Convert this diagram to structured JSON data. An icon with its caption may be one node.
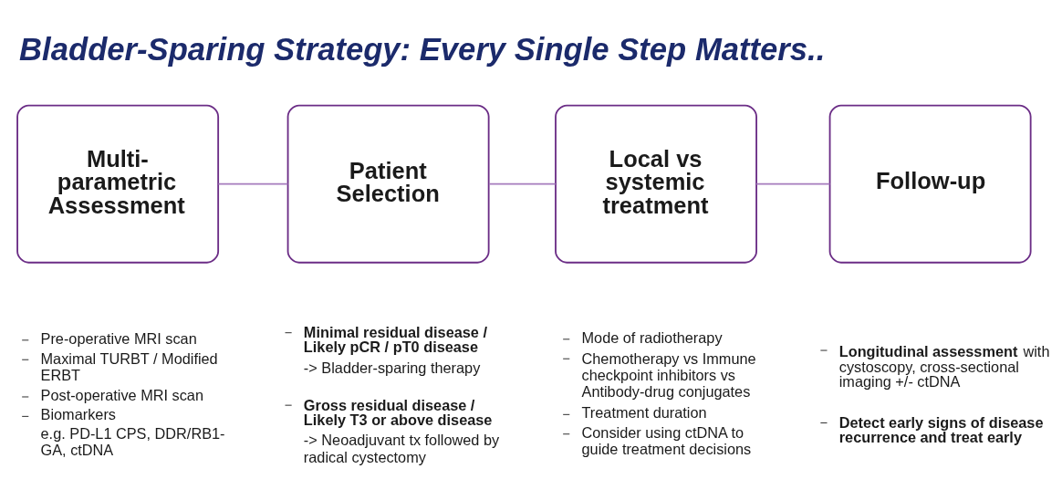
{
  "diagram": {
    "title": "Bladder-Sparing Strategy: Every Single Step Matters..",
    "nodes": [
      {
        "text": [
          "Multi-parametric Assessment"
        ],
        "beside": [
          "Pre-operative MRI scan",
          "Maximal TURBT / Modified ERBT",
          "Post-operative MRI scan",
          "Biomarkers",
          "e.g. PD-L1 CPS, DDR/RB1-GA, ctDNA"
        ]
      },
      {
        "text": [
          "Patient Selection"
        ],
        "beside": [
          "Minimal residual disease / Likely pCR / pT0 disease",
          "-> Bladder-sparing therapy",
          "Gross residual disease / Likely T3 or above disease",
          "-> Neoadjuvant tx followed by radical cystectomy"
        ]
      },
      {
        "text": [
          "Local vs systemic treatment"
        ],
        "beside": [
          "Mode of radiotherapy",
          "Chemotherapy vs Immune checkpoint inhibitors vs Antibody-drug conjugates",
          "Treatment duration",
          "Consider using ctDNA to guide treatment decisions"
        ]
      },
      {
        "text": [
          "Follow-up"
        ],
        "beside": [
          "**Longitudinal assessment** with cystoscopy, cross-sectional imaging +/- ctDNA",
          "Detect early signs of disease recurrence and treat early"
        ]
      }
    ],
    "edges": [
      {
        "from": 0,
        "to": 1,
        "arrow": "none"
      },
      {
        "from": 1,
        "to": 2,
        "arrow": "none"
      },
      {
        "from": 2,
        "to": 3,
        "arrow": "none"
      }
    ]
  }
}
